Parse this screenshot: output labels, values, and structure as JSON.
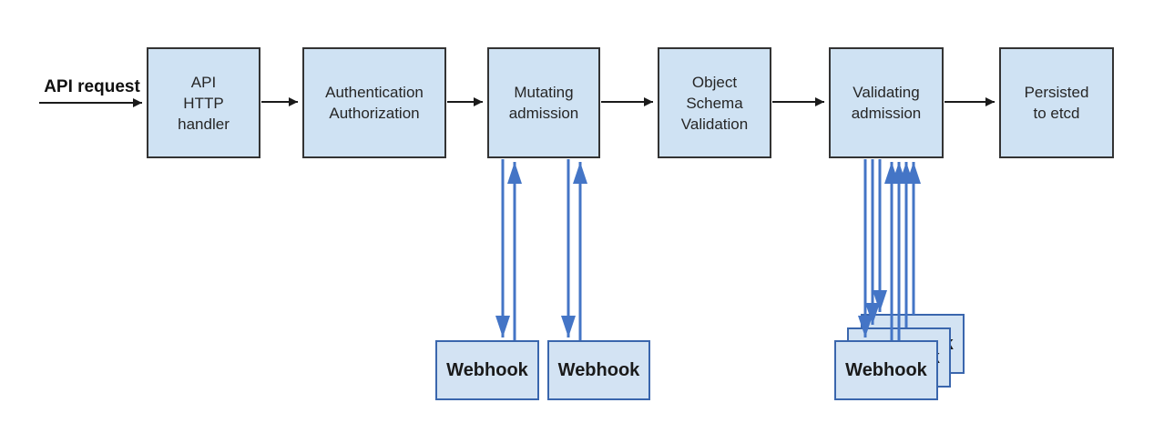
{
  "colors": {
    "background": "#ffffff",
    "node_fill": "#cfe2f3",
    "node_border": "#333333",
    "webhook_fill": "#d3e3f3",
    "webhook_border": "#3a66ad",
    "flow_arrow": "#1a1a1a",
    "webhook_arrow": "#4475c6",
    "text": "#262626"
  },
  "diagram": {
    "entry_label": "API request",
    "nodes": [
      {
        "id": "api-http-handler",
        "label": "API\nHTTP\nhandler"
      },
      {
        "id": "authentication-authorization",
        "label": "Authentication\nAuthorization"
      },
      {
        "id": "mutating-admission",
        "label": "Mutating\nadmission"
      },
      {
        "id": "object-schema-validation",
        "label": "Object\nSchema\nValidation"
      },
      {
        "id": "validating-admission",
        "label": "Validating\nadmission"
      },
      {
        "id": "persisted-to-etcd",
        "label": "Persisted\nto etcd"
      }
    ],
    "mutating_webhooks": [
      {
        "label": "Webhook"
      },
      {
        "label": "Webhook"
      }
    ],
    "validating_webhooks": [
      {
        "label": "Webhook"
      },
      {
        "label": "Webhook"
      },
      {
        "label": "Webhook"
      }
    ]
  }
}
